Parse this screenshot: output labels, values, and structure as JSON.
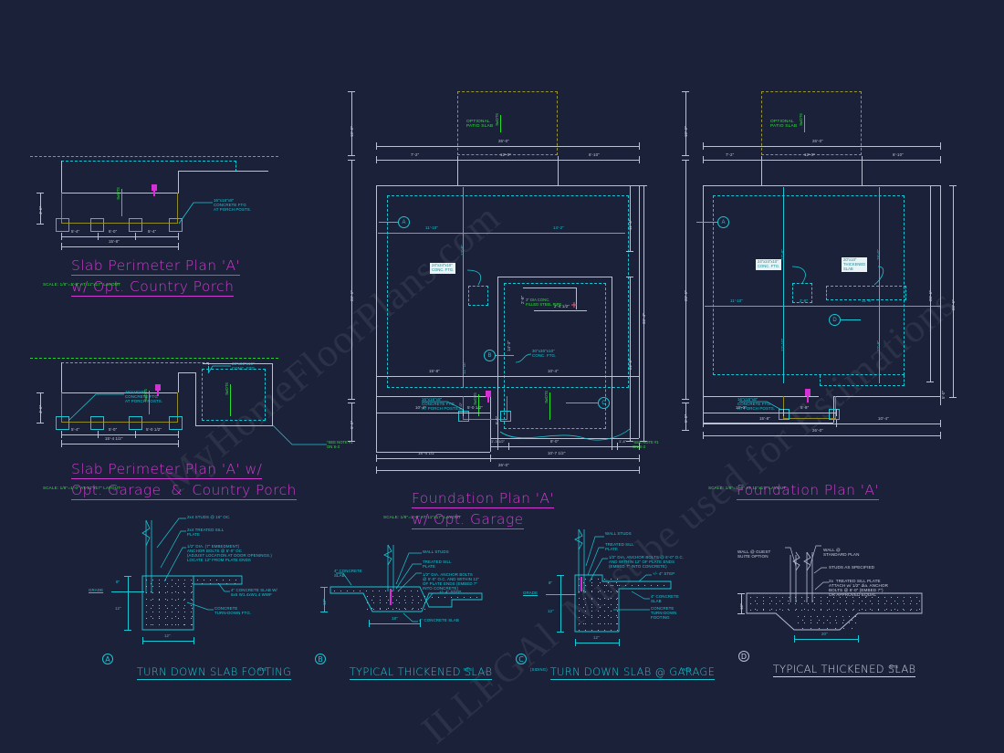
{
  "sheet": {
    "background_color": "#1b2138",
    "watermarks": [
      "MyHomeFloorPlans.com",
      "ILLEGAl  Must be used for Estimations"
    ]
  },
  "titles": {
    "slab_perimeter_porch": {
      "line1": "Slab Perimeter Plan 'A'",
      "line2": "w/ Opt. Country Porch",
      "scale": "SCALE: 1/8\"=1'-0\" AT 11\"x17\" LAYOUT",
      "color": "#cf3ccf"
    },
    "slab_perimeter_garage": {
      "line1": "Slab Perimeter Plan 'A' w/",
      "line2": "Opt. Garage  &  Country Porch",
      "scale": "SCALE: 1/8\"=1'-0\" AT 11\"x17\" LAYOUT",
      "color": "#cf3ccf"
    },
    "foundation_garage": {
      "line1": "Foundation Plan 'A'",
      "line2": "w/ Opt. Garage",
      "scale": "SCALE: 1/8\"=1'-0\" AT 11\"x17\" LAYOUT",
      "color": "#cf3ccf"
    },
    "foundation_a": {
      "line1": "Foundation Plan 'A'",
      "scale": "SCALE: 1/8\"=1'-0\" AT 11\"x17\" LAYOUT",
      "color": "#cf3ccf"
    }
  },
  "notes": {
    "porch_ftg": "16\"x16\"x8\"\nCONCRETE FTG\nAT PORCH POSTS.",
    "conc_ftg_30": "30\"x30\"x10\"\nCONC. FTG.",
    "see_note": "*SEE NOTE #1\nON S-3",
    "steel_pipe": "3\" DIA CONC.\nFILLED STEEL PIPE.",
    "optional_patio": "OPTIONAL\nPATIO SLAB",
    "slope": "SLOPE",
    "conc_ftg_24_box": "24\"x24\"x10\"\nCONC. FTG.",
    "thickened_slab_box": "20\"x10\"\nTHICKENED\nSLAB"
  },
  "bubbles": {
    "a": "A",
    "b": "B",
    "c": "C",
    "d": "D"
  },
  "dims": {
    "porch_plan": {
      "height": "4'-0\"",
      "seg1": "5'-4\"",
      "seg2": "5'-0\"",
      "seg3": "5'-4\"",
      "total": "15'-8\""
    },
    "garage_porch_plan": {
      "height": "4'-0\"",
      "seg1": "5'-4\"",
      "seg2": "5'-0\"",
      "seg3": "5'-0 1/2\"",
      "total": "15'-4 1/2\""
    },
    "center_plan": {
      "top_total": "26'-0\"",
      "top_s1": "7'-2\"",
      "top_s2": "12'-0\"",
      "top_s3": "6'-10\"",
      "left_patio": "10'-0\"",
      "left_main": "28'-6\"",
      "left_porch": "5'-0\"",
      "right_s1": "11'-4\"",
      "right_s2": "36'-4\"",
      "right_s3": "22'-0\"",
      "int_a_left": "11'-10\"",
      "int_a_right": "14'-2\"",
      "int_v1": "12'-8\"",
      "int_v2": "12'-10\"",
      "int_v3": "14'-3\"",
      "int_pipe_v": "2'-8\"",
      "int_pipe_h": "2'-4 1/2\"",
      "row_left": "15'-8\"",
      "row_right": "10'-4\"",
      "bot_porch_l": "10'-4\"",
      "bot_porch_r": "5'-0 1/2\"",
      "bot_total_l": "15'-4 1/2\"",
      "bot_total_r": "10'-7 1/2\"",
      "bot_g1": "1'-3 1/2\"",
      "bot_g2": "8'-0\"",
      "bot_g3": "1'-4\"",
      "bot_total": "26'-0\"",
      "porch_h": "5'-0\""
    },
    "right_plan": {
      "top_total": "26'-0\"",
      "top_s1": "7'-2\"",
      "top_s2": "12'-0\"",
      "top_s3": "6'-10\"",
      "left_patio": "10'-0\"",
      "left_main": "28'-6\"",
      "left_porch": "5'-0\"",
      "right_s1": "28'-6\"",
      "right_s2": "28'-6\"",
      "right_s3": "5'-0\"",
      "int_v1": "12'-8\"",
      "int_v2": "15'-0\"",
      "int_h1": "11'-10\"",
      "int_h2": "2'-8\"",
      "int_h3": "11'-6\"",
      "int_v3": "12'-10\"",
      "int_v4": "12'-8\"",
      "bot_l": "10'-0\"",
      "bot_m": "5'-8\"",
      "bot_s1": "15'-8\"",
      "bot_s2": "10'-4\"",
      "bot_total": "26'-0\""
    }
  },
  "details": [
    {
      "id": "A",
      "title": "TURN DOWN SLAB FOOTING",
      "nts": "NTS",
      "subtitle": "",
      "callouts": [
        "2x4 STUDS @ 16\" OC.",
        "2x4 TREATED SILL\nPLATE",
        "1/2\" DIA. (7\" EMBEDMENT)\nANCHOR BOLTS @ 6'-0\" OC\n(ADJUST LOCATION AT DOOR OPENINGS.)\nLOCATE 12\" FROM PLATE ENDS",
        "4\" CONCRETE SLAB W/\n6x6 W1.4xW1.4 WWF",
        "CONCRETE\nTURN-DOWN FTG."
      ],
      "dims": {
        "grade": "GRADE",
        "top": "8\"",
        "bottom": "12\"",
        "width": "12\""
      }
    },
    {
      "id": "B",
      "title": "TYPICAL THICKENED SLAB",
      "nts": "NTS",
      "subtitle": "",
      "callouts": [
        "WALL STUDS",
        "TREATED SILL\nPLATE",
        "1/2\" DIA. ANCHOR BOLTS\n@ 6'-0\" O.C. AND WITHIN 12\"\nOF PLATE ENDS (EMBED 7\"\nINTO CONCRETE)",
        "+/- 4\" STEP",
        "4\" CONCRETE\nSLAB",
        "4\" CONCRETE SLAB"
      ],
      "dims": {
        "left": "12\"",
        "width": "18\""
      }
    },
    {
      "id": "C",
      "title": "TURN DOWN SLAB @ GARAGE",
      "nts": "NTS",
      "subtitle": "(SIDING)",
      "callouts": [
        "WALL STUDS",
        "TREATED SILL\nPLATE",
        "1/2\" DIA. ANCHOR BOLTS @ 6'-0\" O.C.\nAND WITHIN 12\" OF PLATE ENDS\n(EMBED 7\" INTO CONCRETE)",
        "+/- 4\" STEP",
        "4\" CONCRETE\nSLAB",
        "CONCRETE\nTURN-DOWN\nFOOTING"
      ],
      "dims": {
        "grade": "GRADE",
        "top": "8\"",
        "bottom": "12\"",
        "width": "12\""
      }
    },
    {
      "id": "D",
      "title": "TYPICAL THICKENED SLAB",
      "nts": "NTS",
      "subtitle": "",
      "callouts": [
        "WALL @ GUEST\nSUITE OPTION",
        "WALL @\nSTANDARD PLAN",
        "STUDS AS SPECIFIED",
        "2x  TREATED SILL PLATE\nATTACH w/ 1/2\" dia. ANCHOR\nBOLTS @ 6'-0\" (EMBED 7\")\nOR APPROVED EQUAL"
      ],
      "dims": {
        "left": "10\"",
        "width": "20\""
      }
    }
  ]
}
